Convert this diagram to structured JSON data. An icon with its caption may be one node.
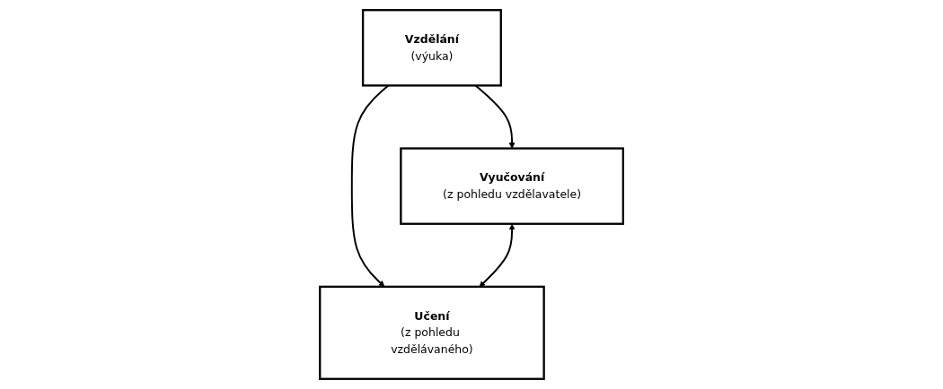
{
  "diagram": {
    "nodes": [
      {
        "text": [
          "Vzdělání",
          "(výuka)"
        ]
      },
      {
        "text": [
          "Vyučování",
          "(z pohledu vzdělavatele)"
        ]
      },
      {
        "text": [
          "Učení",
          "(z pohledu vzdělávaného)"
        ]
      }
    ],
    "edges": [
      {
        "from": 0,
        "to": 1,
        "arrow": "to"
      },
      {
        "from": 0,
        "to": 2,
        "arrow": "to"
      },
      {
        "from": 1,
        "to": 2,
        "arrow": "both"
      }
    ]
  }
}
